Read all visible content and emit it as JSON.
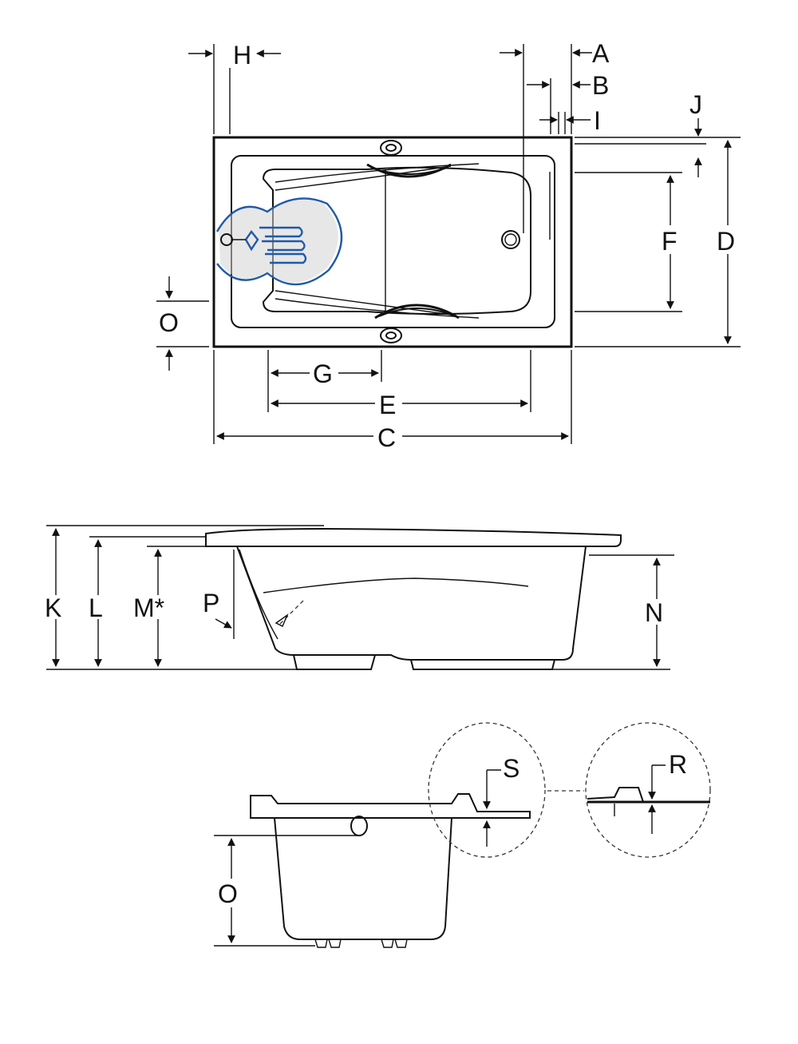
{
  "labels": {
    "A": "A",
    "B": "B",
    "C": "C",
    "D": "D",
    "E": "E",
    "F": "F",
    "G": "G",
    "H": "H",
    "I": "I",
    "J": "J",
    "K": "K",
    "L": "L",
    "M": "M*",
    "N": "N",
    "O_top": "O",
    "O_bottom": "O",
    "P": "P",
    "R": "R",
    "S": "S"
  },
  "colors": {
    "line": "#111111",
    "jet_highlight": "#1f5aa8",
    "jet_fill": "#d4d4d4"
  },
  "icons": {
    "drain": "drain-circle-icon",
    "jets": "whirlpool-jet-icon",
    "grips": "grab-handle-icon"
  }
}
